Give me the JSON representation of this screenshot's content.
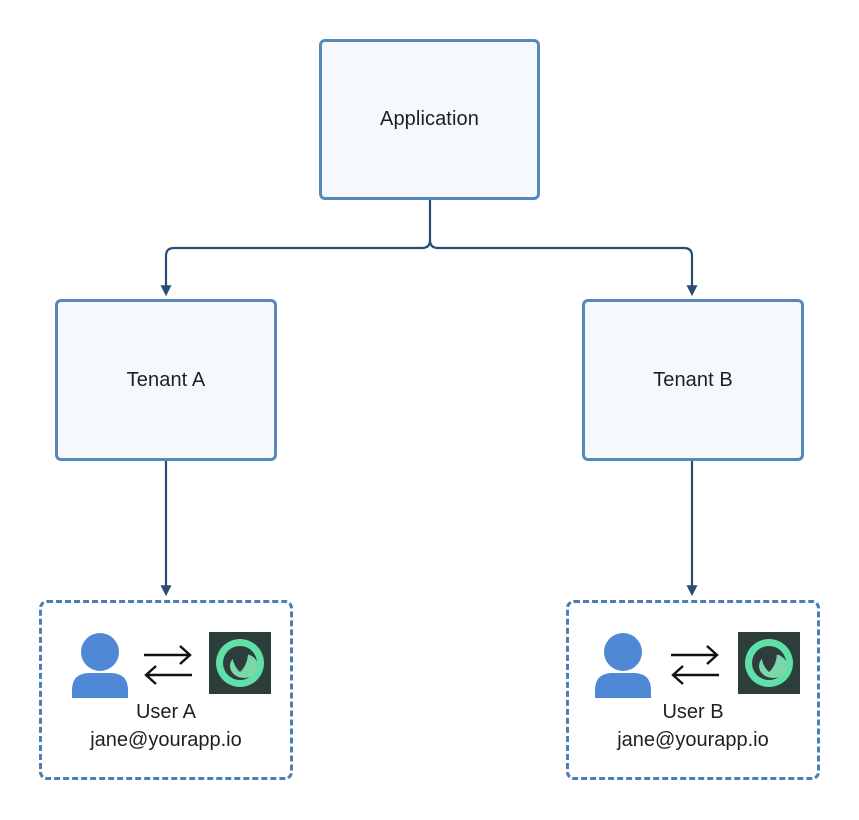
{
  "nodes": {
    "application": {
      "label": "Application"
    },
    "tenant_a": {
      "label": "Tenant A"
    },
    "tenant_b": {
      "label": "Tenant B"
    }
  },
  "users": [
    {
      "name": "User A",
      "email": "jane@yourapp.io"
    },
    {
      "name": "User B",
      "email": "jane@yourapp.io"
    }
  ],
  "colors": {
    "box_border": "#5689b9",
    "box_fill": "#f5f9fd",
    "connector": "#2a4d73",
    "dashed_border": "#4d7fae",
    "avatar": "#4f89d6",
    "logo_bg": "#2c3d3c",
    "logo_green": "#5fe0a6"
  },
  "icons": {
    "avatar": "user-avatar-icon",
    "swap": "swap-arrows-icon",
    "logo": "app-logo-icon"
  }
}
